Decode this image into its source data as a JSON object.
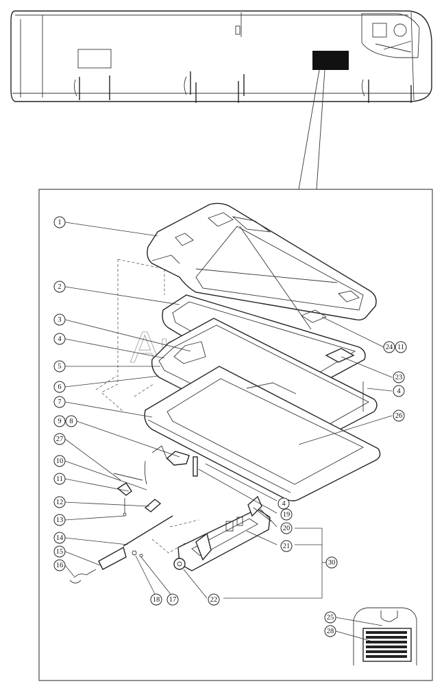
{
  "watermark": "AutoSoft",
  "callouts": [
    {
      "id": "1",
      "text": "1"
    },
    {
      "id": "2",
      "text": "2"
    },
    {
      "id": "3",
      "text": "3"
    },
    {
      "id": "4a",
      "text": "4"
    },
    {
      "id": "5",
      "text": "5"
    },
    {
      "id": "6",
      "text": "6"
    },
    {
      "id": "7",
      "text": "7"
    },
    {
      "id": "9",
      "text": "9"
    },
    {
      "id": "8",
      "text": "8"
    },
    {
      "id": "27",
      "text": "27"
    },
    {
      "id": "10",
      "text": "10"
    },
    {
      "id": "11a",
      "text": "11"
    },
    {
      "id": "12",
      "text": "12"
    },
    {
      "id": "13",
      "text": "13"
    },
    {
      "id": "14",
      "text": "14"
    },
    {
      "id": "15",
      "text": "15"
    },
    {
      "id": "16",
      "text": "16"
    },
    {
      "id": "24",
      "text": "24"
    },
    {
      "id": "11b",
      "text": "11"
    },
    {
      "id": "23",
      "text": "23"
    },
    {
      "id": "4b",
      "text": "4"
    },
    {
      "id": "26",
      "text": "26"
    },
    {
      "id": "4c",
      "text": "4"
    },
    {
      "id": "19",
      "text": "19"
    },
    {
      "id": "20",
      "text": "20"
    },
    {
      "id": "21",
      "text": "21"
    },
    {
      "id": "30",
      "text": "30"
    },
    {
      "id": "22",
      "text": "22"
    },
    {
      "id": "18",
      "text": "18"
    },
    {
      "id": "17",
      "text": "17"
    },
    {
      "id": "25",
      "text": "25"
    },
    {
      "id": "28",
      "text": "28"
    }
  ]
}
